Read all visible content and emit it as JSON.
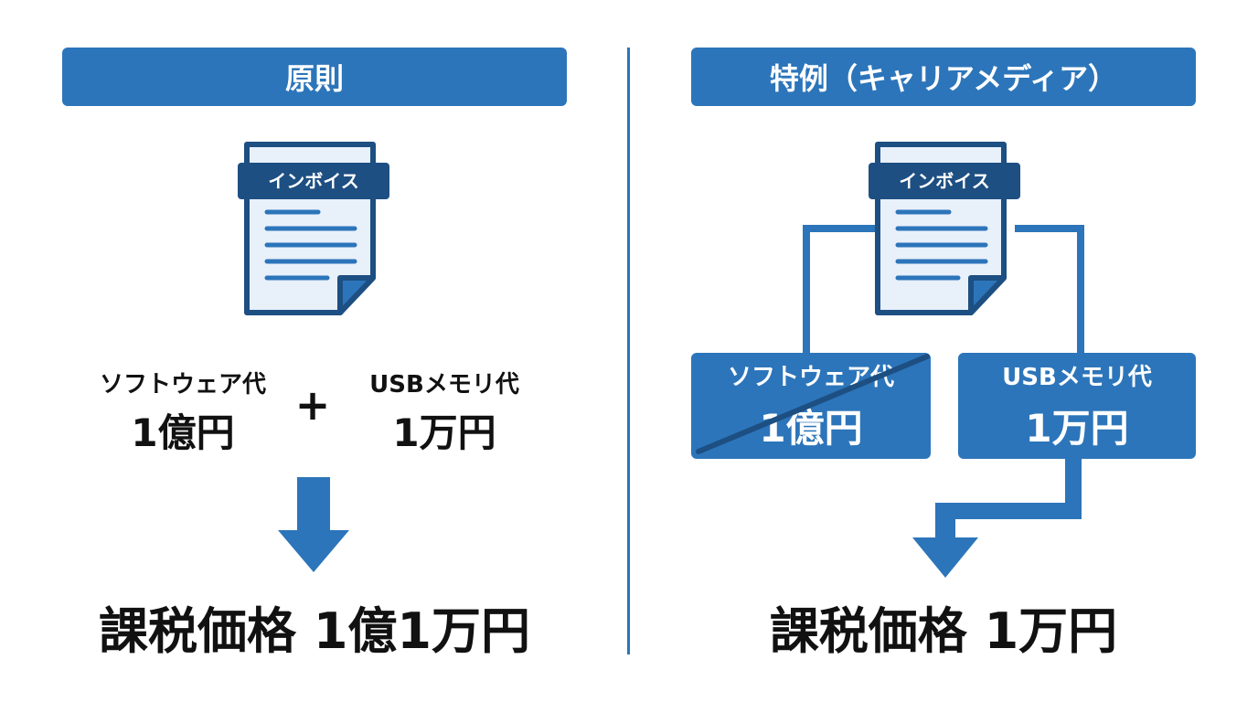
{
  "principle": {
    "header": "原則",
    "invoice_label": "インボイス",
    "item_left": {
      "label": "ソフトウェア代",
      "amount": "1億円"
    },
    "plus_sign": "+",
    "item_right": {
      "label": "USBメモリ代",
      "amount": "1万円"
    },
    "result": "課税価格 1億1万円"
  },
  "exception": {
    "header": "特例（キャリアメディア）",
    "invoice_label": "インボイス",
    "item_left": {
      "label": "ソフトウェア代",
      "amount": "1億円"
    },
    "item_right": {
      "label": "USBメモリ代",
      "amount": "1万円"
    },
    "result": "課税価格 1万円"
  },
  "colors": {
    "accent": "#2c75ba",
    "dark_blue": "#1d4f82",
    "paper": "#e8f0fa",
    "text": "#111111"
  }
}
